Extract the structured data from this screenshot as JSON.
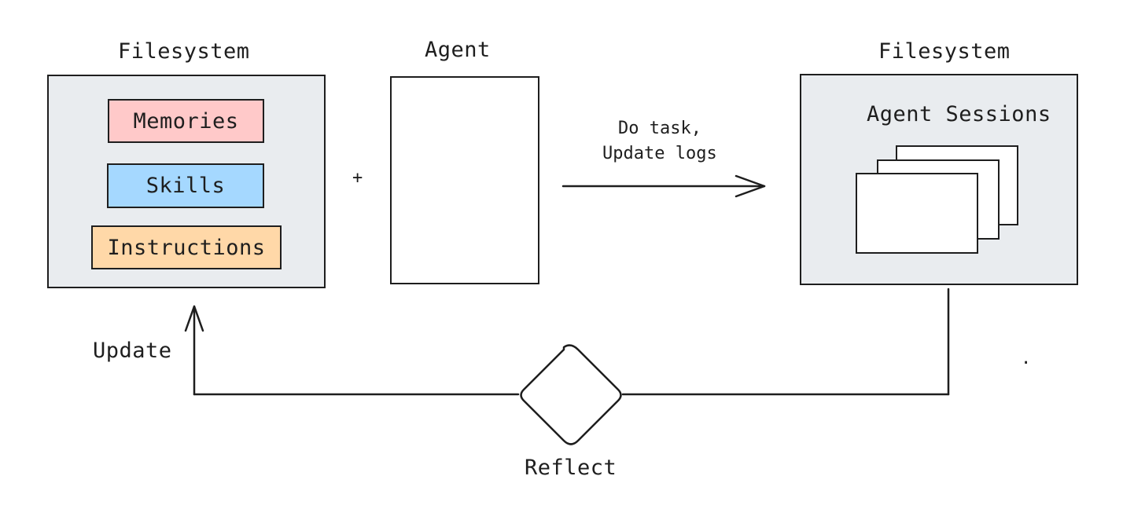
{
  "left_panel": {
    "title": "Filesystem",
    "items": [
      {
        "label": "Memories",
        "color": "#ffc9c9"
      },
      {
        "label": "Skills",
        "color": "#a5d8ff"
      },
      {
        "label": "Instructions",
        "color": "#ffd8a8"
      }
    ],
    "background": "#e9ecef"
  },
  "plus_sign": "+",
  "agent": {
    "title": "Agent"
  },
  "task_arrow": {
    "label_line1": "Do task,",
    "label_line2": "Update logs"
  },
  "right_panel": {
    "title": "Filesystem",
    "subtitle": "Agent Sessions"
  },
  "feedback": {
    "decision_label": "Reflect",
    "update_label": "Update",
    "stray_dot": "."
  }
}
